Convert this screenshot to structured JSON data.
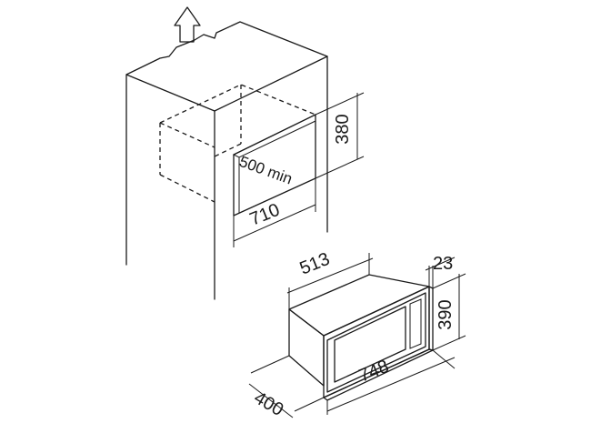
{
  "dimensions": {
    "niche_height": "380",
    "niche_depth": "500 min",
    "niche_width": "710",
    "appliance_depth": "513",
    "frame_thickness": "23",
    "appliance_height": "390",
    "frame_width": "748",
    "side_depth": "400"
  },
  "icons": {
    "arrow": "up-arrow-icon"
  },
  "colors": {
    "line": "#1a1a1a",
    "cavity_fill": "#8c8c8c",
    "appliance_top": "#7a7a7a",
    "appliance_side": "#909090",
    "window_fill": "#a8a8a8",
    "background": "#ffffff"
  }
}
